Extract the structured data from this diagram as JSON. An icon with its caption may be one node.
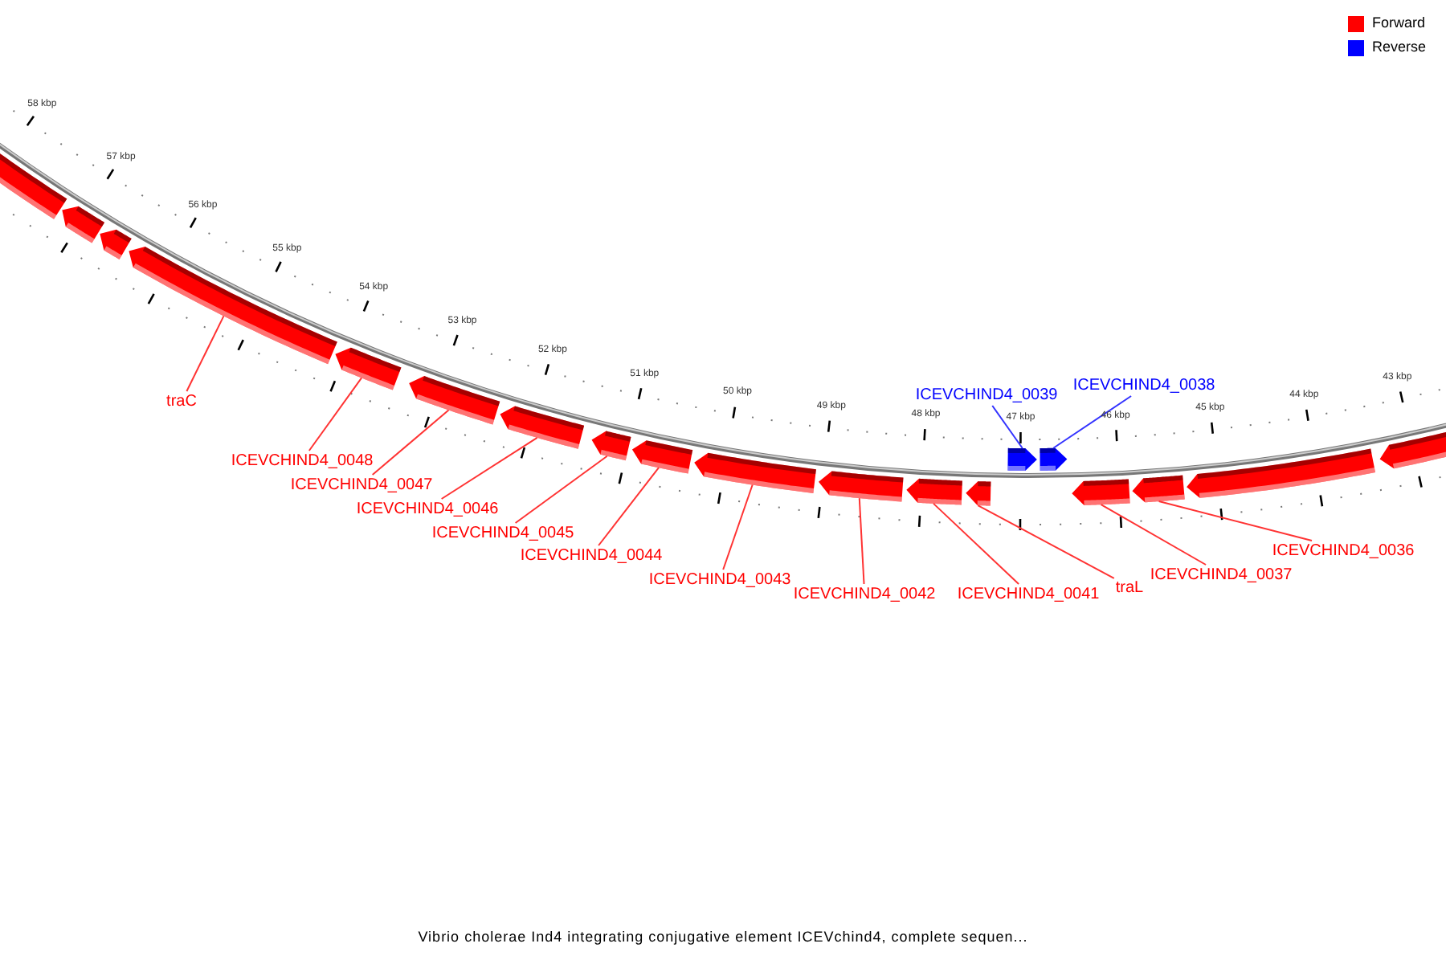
{
  "diagram": {
    "caption": "Vibrio cholerae Ind4 integrating conjugative element ICEVchind4, complete sequen...",
    "nodes": [
      {
        "text": [],
        "shape": "bar"
      },
      {
        "text": [],
        "shape": "bar"
      },
      {
        "text": [],
        "shape": "bar"
      },
      {
        "text": [],
        "shape": "bar"
      },
      {
        "text": [],
        "shape": "bar"
      },
      {
        "text": [],
        "shape": "bar"
      },
      {
        "text": [],
        "shape": "bar"
      },
      {
        "text": [],
        "shape": "bar"
      },
      {
        "text": [],
        "shape": "bar"
      },
      {
        "text": [],
        "shape": "bar"
      },
      {
        "text": [],
        "shape": "bar"
      },
      {
        "text": [],
        "shape": "bar"
      },
      {
        "text": [],
        "shape": "bar"
      },
      {
        "text": [],
        "shape": "bar"
      },
      {
        "text": [],
        "shape": "bar"
      },
      {
        "text": [],
        "shape": "bar"
      },
      {
        "text": [],
        "shape": "bar"
      },
      {
        "text": [],
        "shape": "bar"
      },
      {
        "text": [],
        "shape": "bar"
      },
      {
        "text": [
          "traC"
        ]
      },
      {
        "text": [
          "ICEVCHIND4_0048"
        ]
      },
      {
        "text": [
          "ICEVCHIND4_0047"
        ]
      },
      {
        "text": [
          "ICEVCHIND4_0046"
        ]
      },
      {
        "text": [
          "ICEVCHIND4_0045"
        ]
      },
      {
        "text": [
          "ICEVCHIND4_0044"
        ]
      },
      {
        "text": [
          "ICEVCHIND4_0043"
        ]
      },
      {
        "text": [
          "ICEVCHIND4_0042"
        ]
      },
      {
        "text": [
          "ICEVCHIND4_0041"
        ]
      },
      {
        "text": [
          "traL"
        ]
      },
      {
        "text": [
          "ICEVCHIND4_0039"
        ]
      },
      {
        "text": [
          "ICEVCHIND4_0038"
        ]
      },
      {
        "text": [
          "ICEVCHIND4_0037"
        ]
      },
      {
        "text": [
          "ICEVCHIND4_0036"
        ]
      }
    ],
    "edges": [
      {
        "from": 19,
        "to": 3,
        "arrow": "none"
      },
      {
        "from": 20,
        "to": 4,
        "arrow": "none"
      },
      {
        "from": 21,
        "to": 5,
        "arrow": "none"
      },
      {
        "from": 22,
        "to": 6,
        "arrow": "none"
      },
      {
        "from": 23,
        "to": 7,
        "arrow": "none"
      },
      {
        "from": 24,
        "to": 8,
        "arrow": "none"
      },
      {
        "from": 25,
        "to": 9,
        "arrow": "none"
      },
      {
        "from": 26,
        "to": 10,
        "arrow": "none"
      },
      {
        "from": 27,
        "to": 11,
        "arrow": "none"
      },
      {
        "from": 28,
        "to": 12,
        "arrow": "none"
      },
      {
        "from": 29,
        "to": 13,
        "arrow": "none",
        "color": "#3333ff"
      },
      {
        "from": 30,
        "to": 14,
        "arrow": "none",
        "color": "#3333ff"
      },
      {
        "from": 31,
        "to": 15,
        "arrow": "none"
      },
      {
        "from": 32,
        "to": 16,
        "arrow": "none"
      }
    ],
    "labels": [
      "58 kbp",
      "57 kbp",
      "56 kbp",
      "55 kbp",
      "54 kbp",
      "53 kbp",
      "52 kbp",
      "51 kbp",
      "50 kbp",
      "49 kbp",
      "48 kbp",
      "47 kbp",
      "46 kbp",
      "45 kbp",
      "44 kbp",
      "43 kbp"
    ],
    "legend": [
      {
        "text": "Forward",
        "color": "#ff0000"
      },
      {
        "text": "Reverse",
        "color": "#0000ff"
      }
    ]
  }
}
